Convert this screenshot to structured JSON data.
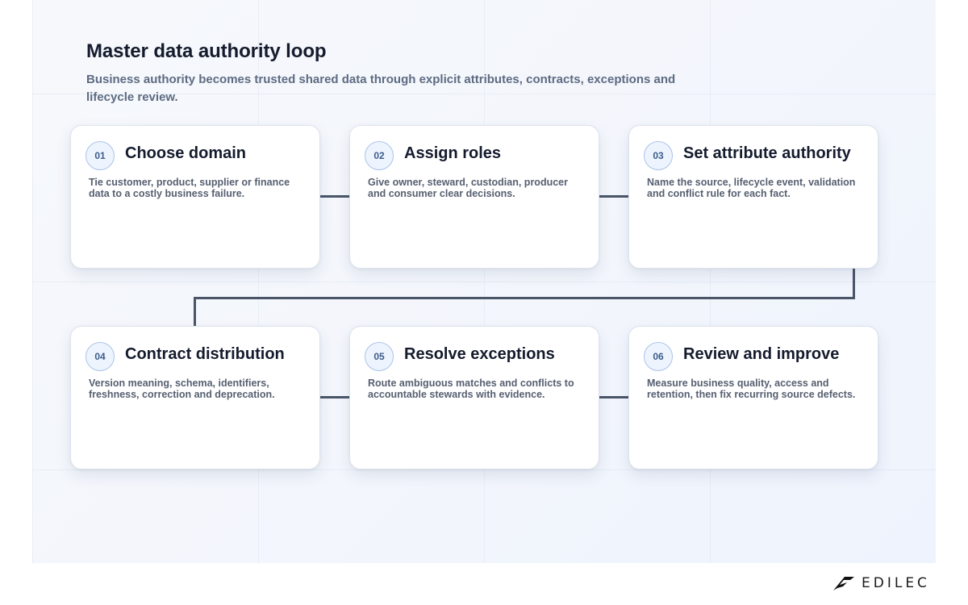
{
  "title": "Master data authority loop",
  "subtitle": "Business authority becomes trusted shared data through explicit attributes, contracts, exceptions and lifecycle review.",
  "steps": [
    {
      "number": "01",
      "title": "Choose domain",
      "description": "Tie customer, product, supplier or finance data to a costly business failure."
    },
    {
      "number": "02",
      "title": "Assign roles",
      "description": "Give owner, steward, custodian, producer and consumer clear decisions."
    },
    {
      "number": "03",
      "title": "Set attribute authority",
      "description": "Name the source, lifecycle event, validation and conflict rule for each fact."
    },
    {
      "number": "04",
      "title": "Contract distribution",
      "description": "Version meaning, schema, identifiers, freshness, correction and deprecation."
    },
    {
      "number": "05",
      "title": "Resolve exceptions",
      "description": "Route ambiguous matches and conflicts to accountable stewards with evidence."
    },
    {
      "number": "06",
      "title": "Review and improve",
      "description": "Measure business quality, access and retention, then fix recurring source defects."
    }
  ],
  "brand": {
    "name": "EDILEC",
    "icon": "edilec-logo-icon"
  },
  "colors": {
    "connector": "#4a5568",
    "badge_border": "#a9c3ea",
    "title": "#141b2d"
  }
}
